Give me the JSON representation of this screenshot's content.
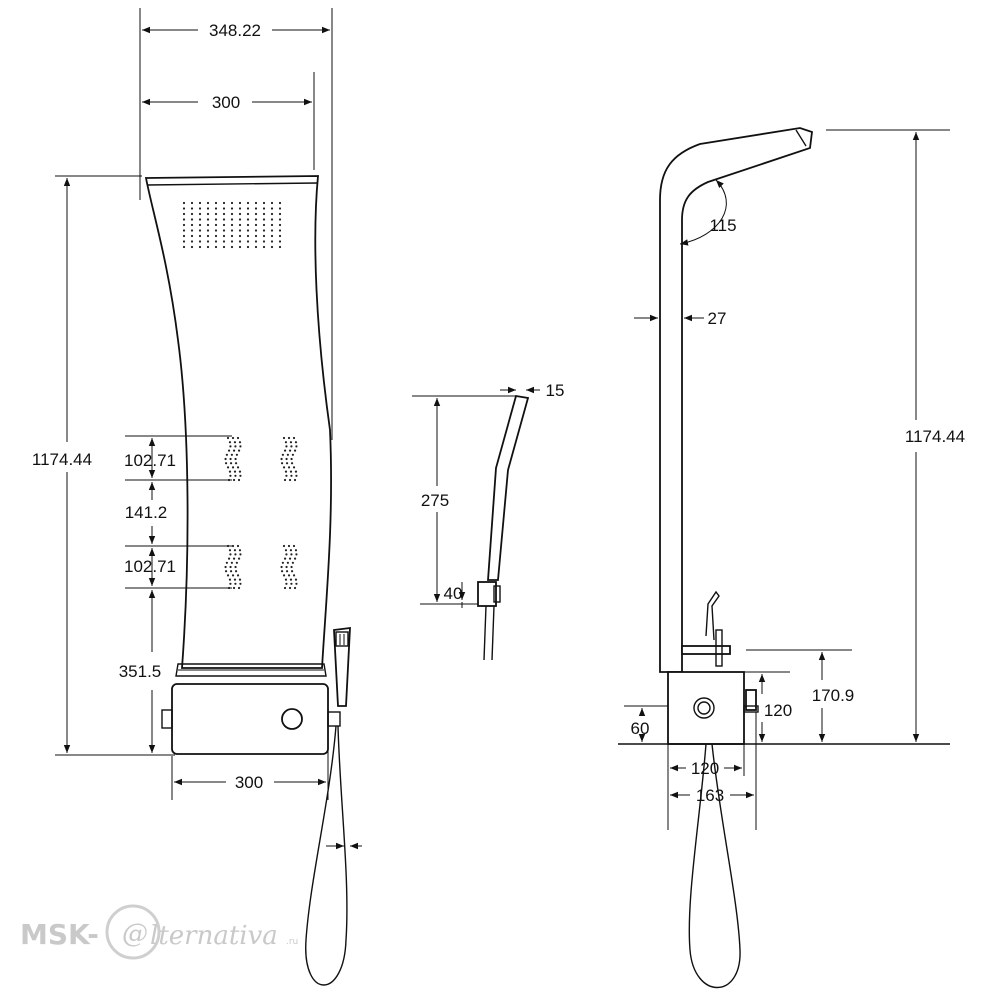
{
  "dimensions": {
    "panel_top_width": "348.22",
    "panel_inner_width": "300",
    "panel_height": "1174.44",
    "jet_block_upper": "102.71",
    "jet_spacing": "141.2",
    "jet_block_lower": "102.71",
    "bottom_offset": "351.5",
    "base_width": "300",
    "handshower_thickness": "15",
    "handshower_length": "275",
    "holder_height": "40",
    "head_angle": "115",
    "column_depth": "27",
    "side_height": "1174.44",
    "mixer_height": "170.9",
    "mixer_box_height": "120",
    "outlet_height": "60",
    "box_depth": "120",
    "box_total_depth": "163"
  },
  "watermark": {
    "prefix": "MSK-",
    "at": "@",
    "suffix": "lternativa",
    "domain": ".ru"
  }
}
